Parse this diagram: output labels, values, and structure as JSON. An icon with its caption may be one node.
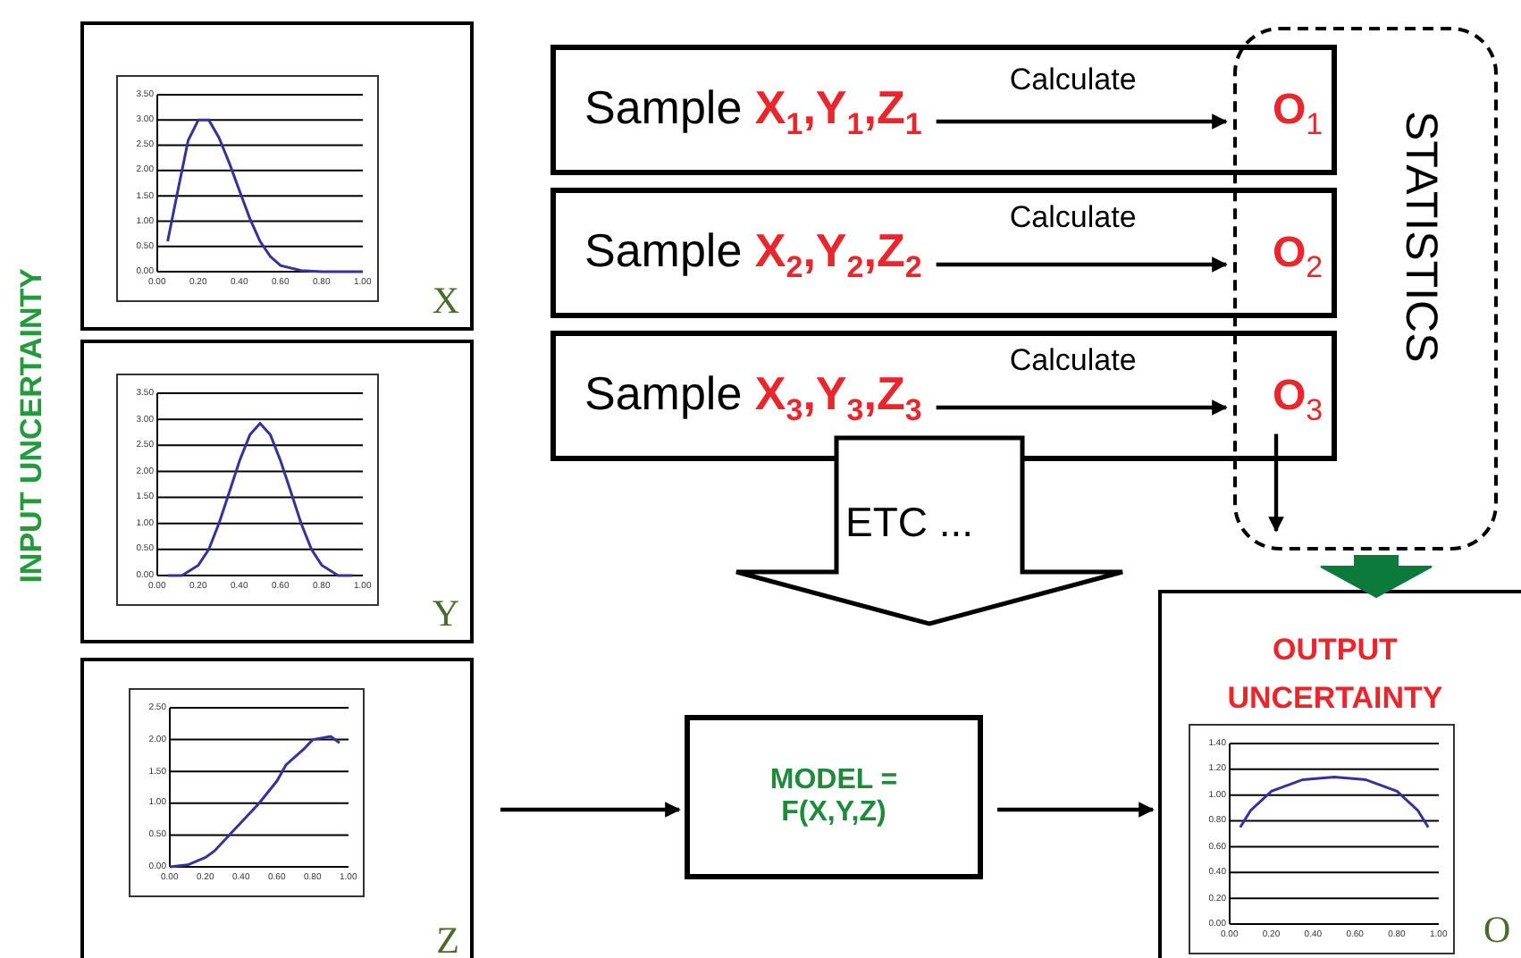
{
  "diagram": {
    "nodes": [
      {
        "text": [
          "X"
        ]
      },
      {
        "text": [],
        "shape": "picture",
        "in": 0
      },
      {
        "text": [
          "Y"
        ]
      },
      {
        "text": [],
        "shape": "picture",
        "in": 2
      },
      {
        "text": [
          "Z"
        ]
      },
      {
        "text": [],
        "shape": "picture",
        "in": 4
      },
      {
        "text": [],
        "shape": "box"
      },
      {
        "text": [
          "Sample **X**$_{1}$**,Y**$_{1}$**,Z**$_{1}$"
        ],
        "in": 6
      },
      {
        "text": [
          "O$_{1}$"
        ]
      },
      {
        "text": [],
        "shape": "box"
      },
      {
        "text": [
          "Sample **X**$_{2}$**,Y**$_{2}$**,Z**$_{2}$"
        ],
        "in": 9
      },
      {
        "text": [
          "O$_{2}$"
        ]
      },
      {
        "text": [],
        "shape": "box"
      },
      {
        "text": [
          "Sample **X**$_{3}$**,Y**$_{3}$**,Z**$_{3}$"
        ],
        "in": 12
      },
      {
        "text": [
          "O$_{3}$"
        ]
      },
      {
        "text": [
          "STATISTICS"
        ]
      },
      {
        "text": [
          "ETC ..."
        ]
      },
      {
        "text": [
          "MODEL = F(X,Y,Z)"
        ]
      },
      {
        "text": [
          "OUTPUT UNCERTAINTY",
          "O"
        ]
      },
      {
        "text": [],
        "shape": "picture",
        "in": 18
      }
    ],
    "edges": [
      {
        "from": 7,
        "to": 8,
        "arrow": "to",
        "label": "Calculate"
      },
      {
        "from": 10,
        "to": 11,
        "arrow": "to",
        "label": "Calculate"
      },
      {
        "from": 13,
        "to": 14,
        "arrow": "to",
        "label": "Calculate"
      },
      {
        "from": 14,
        "to": 15,
        "arrow": "to"
      },
      {
        "from": 15,
        "to": 18,
        "arrow": "to",
        "style": "thick",
        "color": "#0b7a3b"
      },
      {
        "from": null,
        "to": 17,
        "arrow": "to"
      },
      {
        "from": 17,
        "to": 18,
        "arrow": "to"
      }
    ],
    "labels": [
      "INPUT UNCERTAINTY",
      "3.50",
      "3.00",
      "2.50",
      "2.00",
      "1.50",
      "1.00",
      "0.50",
      "0.00",
      "0.00",
      "0.20",
      "0.40",
      "0.60",
      "0.80",
      "1.00",
      "3.50",
      "3.00",
      "2.50",
      "2.00",
      "1.50",
      "1.00",
      "0.50",
      "0.00",
      "0.00",
      "0.20",
      "0.40",
      "0.60",
      "0.80",
      "1.00",
      "2.50",
      "2.00",
      "1.50",
      "1.00",
      "0.50",
      "0.00",
      "0.00",
      "0.20",
      "0.40",
      "0.60",
      "0.80",
      "1.00",
      "1.40",
      "1.20",
      "1.00",
      "0.80",
      "0.60",
      "0.40",
      "0.20",
      "0.00",
      "0.00",
      "0.20",
      "0.40",
      "0.60",
      "0.80",
      "1.00"
    ]
  }
}
